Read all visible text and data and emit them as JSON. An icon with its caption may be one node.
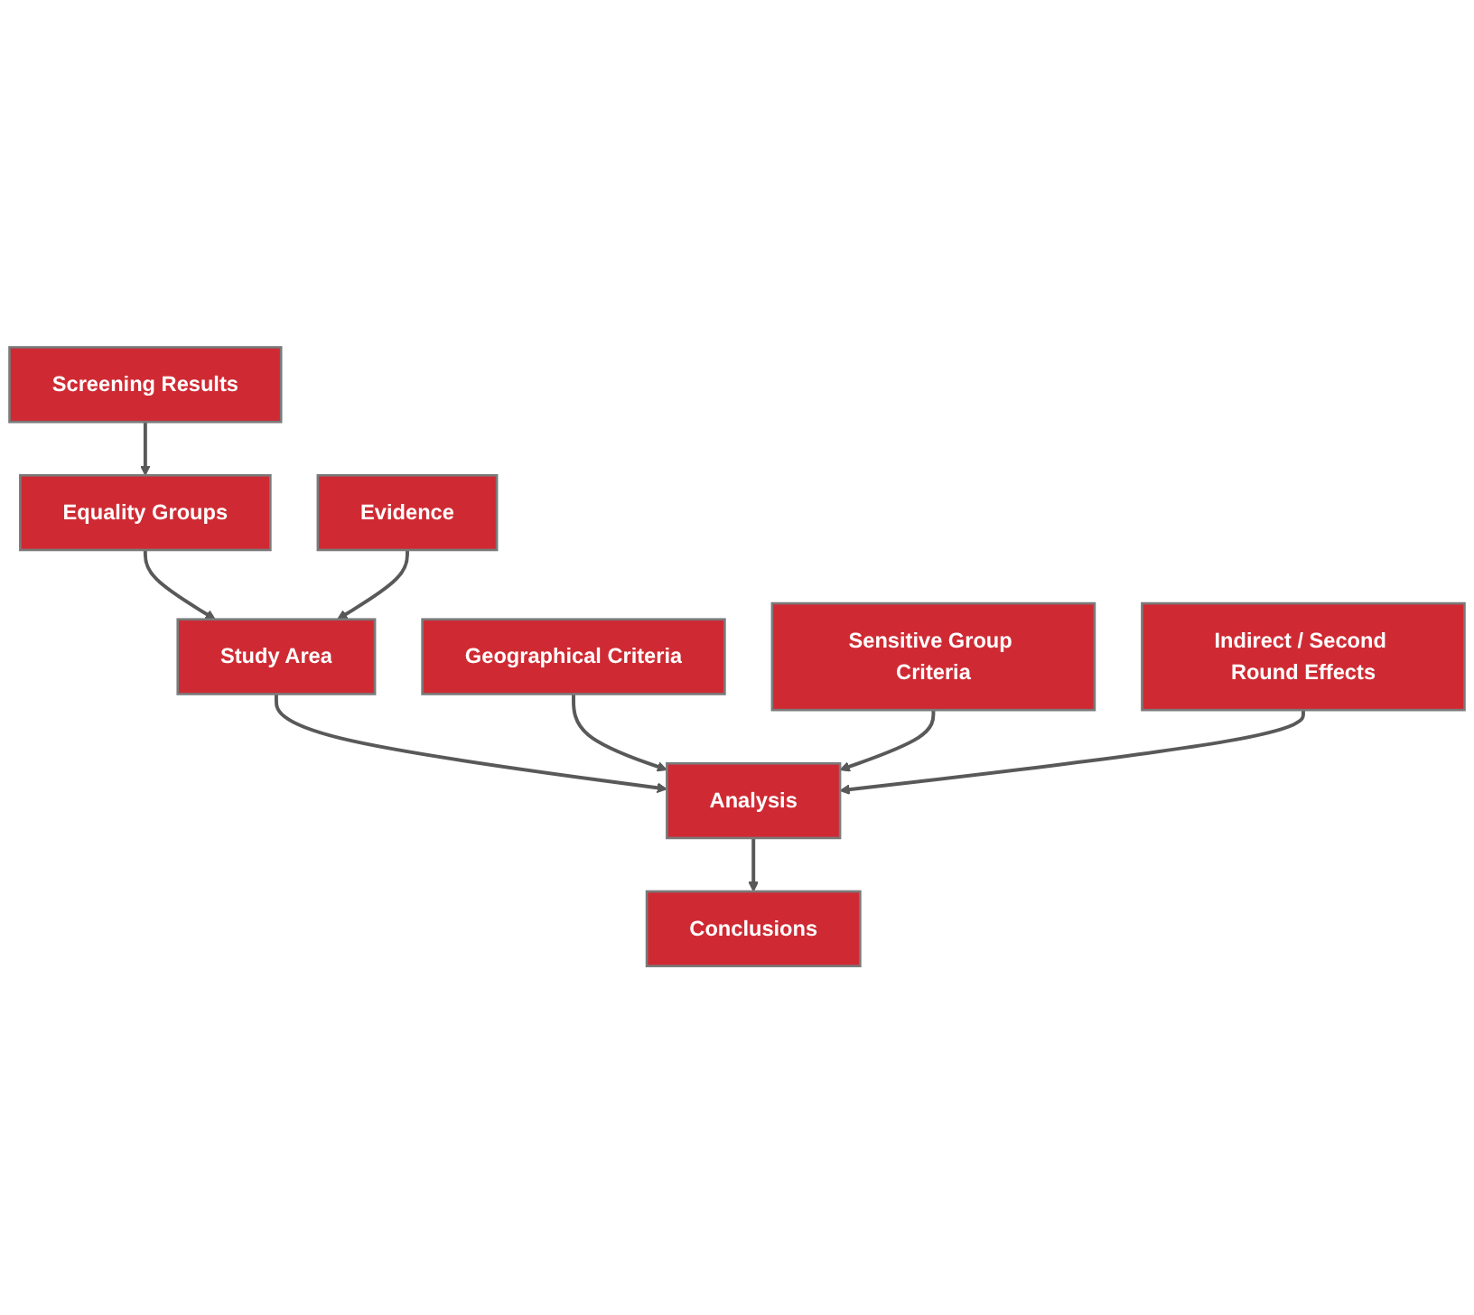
{
  "diagram": {
    "nodes": [
      {
        "text": [
          "Screening Results"
        ]
      },
      {
        "text": [
          "Equality Groups"
        ]
      },
      {
        "text": [
          "Evidence"
        ]
      },
      {
        "text": [
          "Study Area"
        ]
      },
      {
        "text": [
          "Geographical Criteria"
        ]
      },
      {
        "text": [
          "Sensitive Group Criteria"
        ]
      },
      {
        "text": [
          "Indirect / Second Round Effects"
        ]
      },
      {
        "text": [
          "Analysis"
        ]
      },
      {
        "text": [
          "Conclusions"
        ]
      }
    ],
    "edges": [
      {
        "from": 0,
        "to": 1,
        "arrow": "to"
      },
      {
        "from": 1,
        "to": 3,
        "arrow": "to"
      },
      {
        "from": 2,
        "to": 3,
        "arrow": "to"
      },
      {
        "from": 3,
        "to": 7,
        "arrow": "to"
      },
      {
        "from": 4,
        "to": 7,
        "arrow": "to"
      },
      {
        "from": 5,
        "to": 7,
        "arrow": "to"
      },
      {
        "from": 6,
        "to": 7,
        "arrow": "to"
      },
      {
        "from": 7,
        "to": 8,
        "arrow": "to"
      }
    ]
  }
}
